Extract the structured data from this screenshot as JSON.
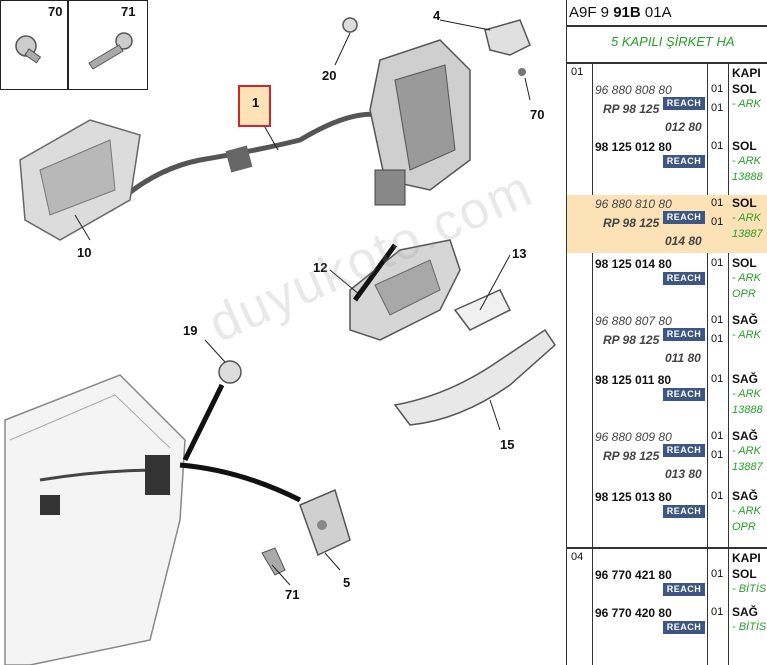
{
  "diagram": {
    "callouts": {
      "c1": "1",
      "c4": "4",
      "c5": "5",
      "c10": "10",
      "c12": "12",
      "c13": "13",
      "c15": "15",
      "c19": "19",
      "c20": "20",
      "c70": "70",
      "c71": "71"
    },
    "insets": {
      "left": "70",
      "right": "71"
    },
    "watermark": "duyukoto.com"
  },
  "table": {
    "code_pre": "A9F 9 ",
    "code_bold": "91B",
    "code_post": " 01A",
    "group_title": "5 KAPILI ŞİRKET HA",
    "reach_label": "REACH",
    "sections": [
      {
        "num": "01",
        "title": "KAPI",
        "rows": [
          {
            "ref": "96 880 808 80",
            "rp": "RP 98 125",
            "rp2": "012 80",
            "qty": "01",
            "qty2": "01",
            "side": "SOL",
            "note": "- ARK",
            "note2": ""
          },
          {
            "ref": "98 125 012 80",
            "qty": "01",
            "side": "SOL",
            "note": "- ARK",
            "note2": "13888"
          },
          {
            "ref": "96 880 810 80",
            "rp": "RP 98 125",
            "rp2": "014 80",
            "qty": "01",
            "qty2": "01",
            "side": "SOL",
            "note": "- ARK",
            "note2": "13887",
            "highlight": true
          },
          {
            "ref": "98 125 014 80",
            "qty": "01",
            "side": "SOL",
            "note": "- ARK",
            "note2": "OPR"
          },
          {
            "ref": "96 880 807 80",
            "rp": "RP 98 125",
            "rp2": "011 80",
            "qty": "01",
            "qty2": "01",
            "side": "SAĞ",
            "note": "- ARK",
            "note2": ""
          },
          {
            "ref": "98 125 011 80",
            "qty": "01",
            "side": "SAĞ",
            "note": "- ARK",
            "note2": "13888"
          },
          {
            "ref": "96 880 809 80",
            "rp": "RP 98 125",
            "rp2": "013 80",
            "qty": "01",
            "qty2": "01",
            "side": "SAĞ",
            "note": "- ARK",
            "note2": "13887"
          },
          {
            "ref": "98 125 013 80",
            "qty": "01",
            "side": "SAĞ",
            "note": "- ARK",
            "note2": "OPR"
          }
        ]
      },
      {
        "num": "04",
        "title": "KAPI",
        "rows": [
          {
            "ref": "96 770 421 80",
            "qty": "01",
            "side": "SOL",
            "note": "- BİTİS"
          },
          {
            "ref": "96 770 420 80",
            "qty": "01",
            "side": "SAĞ",
            "note": "- BİTİS"
          }
        ]
      }
    ]
  }
}
